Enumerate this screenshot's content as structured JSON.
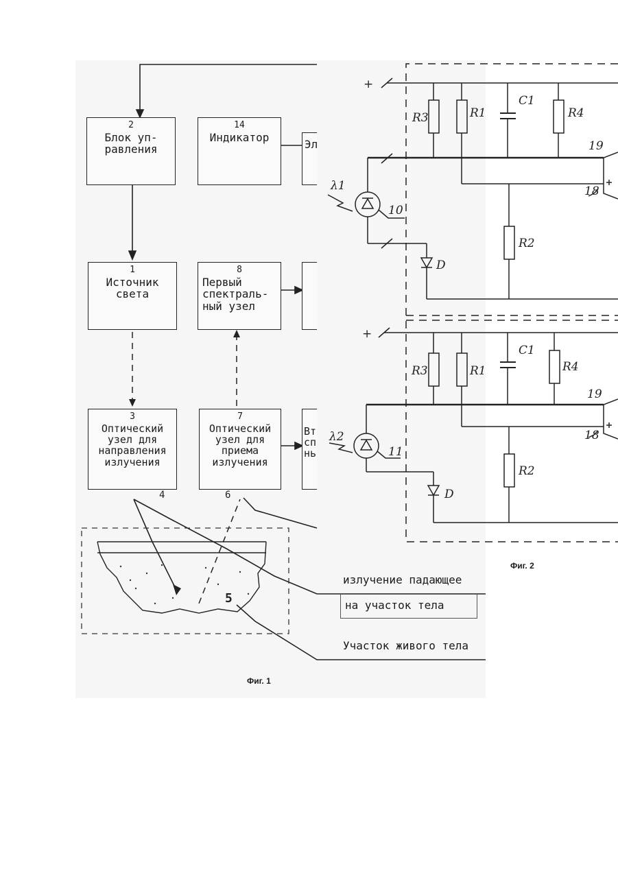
{
  "fig1": {
    "caption": "Фиг. 1",
    "blocks": {
      "b2": {
        "num": "2",
        "text": "Блок уп-\nравления"
      },
      "b14": {
        "num": "14",
        "text": "Индикатор"
      },
      "b_el": {
        "text": "Эл"
      },
      "b1": {
        "num": "1",
        "text": "Источник\nсвета"
      },
      "b8": {
        "num": "8",
        "text": "Первый\nспектраль-\nный узел"
      },
      "b3": {
        "num": "3",
        "text": "Оптический\nузел для\nнаправления\nизлучения"
      },
      "b7": {
        "num": "7",
        "text": "Оптический\nузел для\nприема\nизлучения"
      },
      "b_v": {
        "text": "Вт\nсп\nнь"
      }
    },
    "num_4": "4",
    "num_5": "5",
    "num_6": "6",
    "label_incident_1": "излучение падающее",
    "label_incident_2": "на участок тела",
    "label_body": "Участок живого тела"
  },
  "fig2": {
    "caption": "Фиг. 2",
    "plus": "+",
    "top": {
      "lambda": "λ1",
      "sensor": "10",
      "r3": "R3",
      "r1": "R1",
      "c1": "C1",
      "r4": "R4",
      "r2": "R2",
      "d": "D",
      "n19": "19",
      "n18": "18"
    },
    "bottom": {
      "lambda": "λ2",
      "sensor": "11",
      "r3": "R3",
      "r1": "R1",
      "c1": "C1",
      "r4": "R4",
      "r2": "R2",
      "d": "D",
      "n19": "19",
      "n18": "18"
    }
  }
}
